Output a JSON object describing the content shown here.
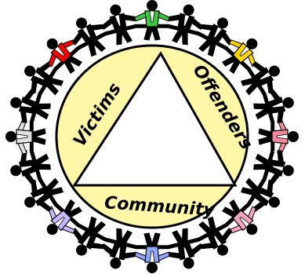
{
  "diagram": {
    "labels": {
      "victims": "Victims",
      "offenders": "Offenders",
      "community": "Community"
    }
  },
  "colors": {
    "disk_fill": "#fff7a8",
    "triangle_fill": "#ffffff",
    "outline": "#000000",
    "figure_body": "#000000",
    "figure_shirt": "#ffffff",
    "figure_accents": [
      "#f08a9a",
      "#f4a6c0",
      "#8fa6ff",
      "#c8b6ff",
      "#e0e0e0",
      "#ff0000",
      "#3cc93c",
      "#ffd700",
      "#b38cff",
      "#ffc94a"
    ]
  },
  "icons": {
    "ring_figure": "person-holding-hands-icon"
  }
}
